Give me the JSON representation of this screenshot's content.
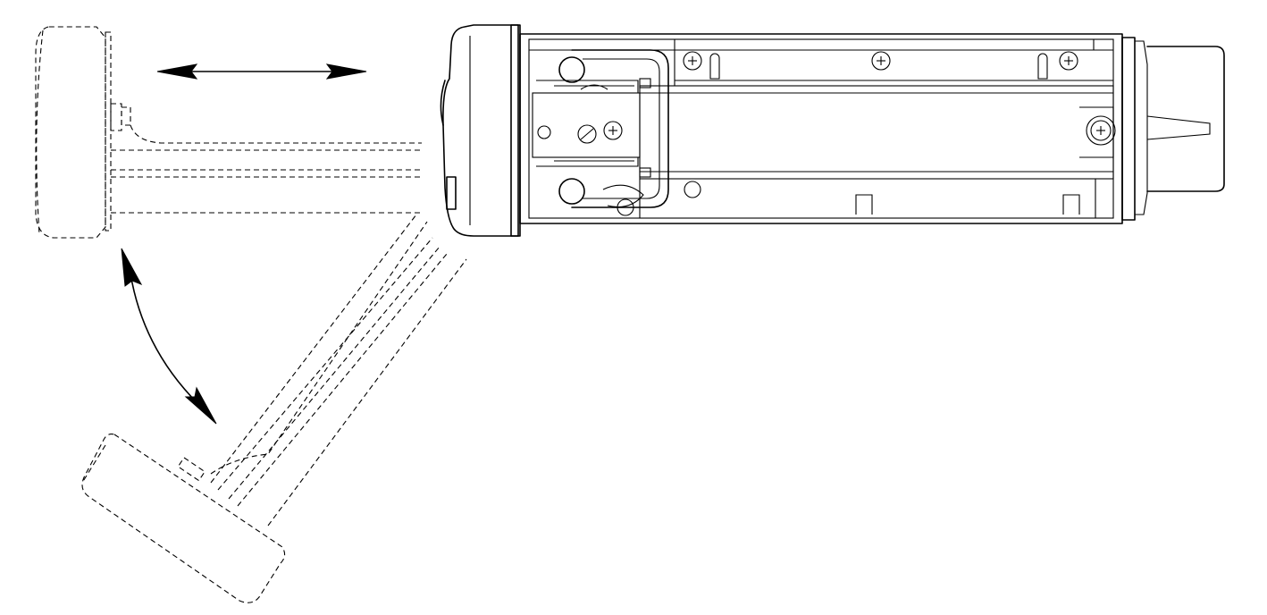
{
  "diagram": {
    "subject": "remote-control-head-mounting",
    "colors": {
      "line": "#000000",
      "background": "#ffffff"
    },
    "views": [
      "main-unit-body",
      "control-head-detached-position",
      "control-head-swiveled-position"
    ],
    "motions": [
      "linear-slide-arrow",
      "rotation-arc-arrow"
    ]
  }
}
